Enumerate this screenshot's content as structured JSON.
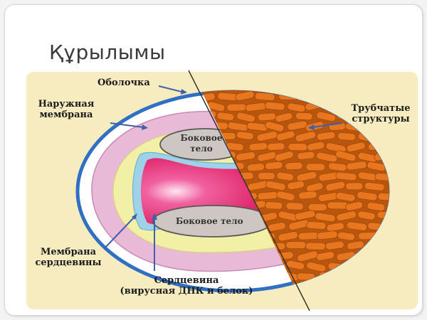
{
  "slide": {
    "title": "Құрылымы"
  },
  "diagram": {
    "labels": {
      "capsid": "Оболочка",
      "outer_membrane_line1": "Наружная",
      "outer_membrane_line2": "мембрана",
      "tubular_line1": "Трубчатые",
      "tubular_line2": "структуры",
      "lateral_body_top_line1": "Боковое",
      "lateral_body_top_line2": "тело",
      "lateral_body_bottom": "Боковое тело",
      "core_membrane_line1": "Мембрана",
      "core_membrane_line2": "сердцевины",
      "core_line1": "Сердцевина",
      "core_line2": "(вирусная ДНК и белок)"
    },
    "colors": {
      "background_band": "#f7ecc0",
      "capsid_ring": "#2f6fc4",
      "outer_membrane": "#e9b9d8",
      "inner_layer": "#f2f0a6",
      "core_membrane": "#9fd2e8",
      "core": "#e2306f",
      "lateral_body": "#cdc6c2",
      "tubules": "#e8761f",
      "arrow": "#4060a8"
    }
  }
}
